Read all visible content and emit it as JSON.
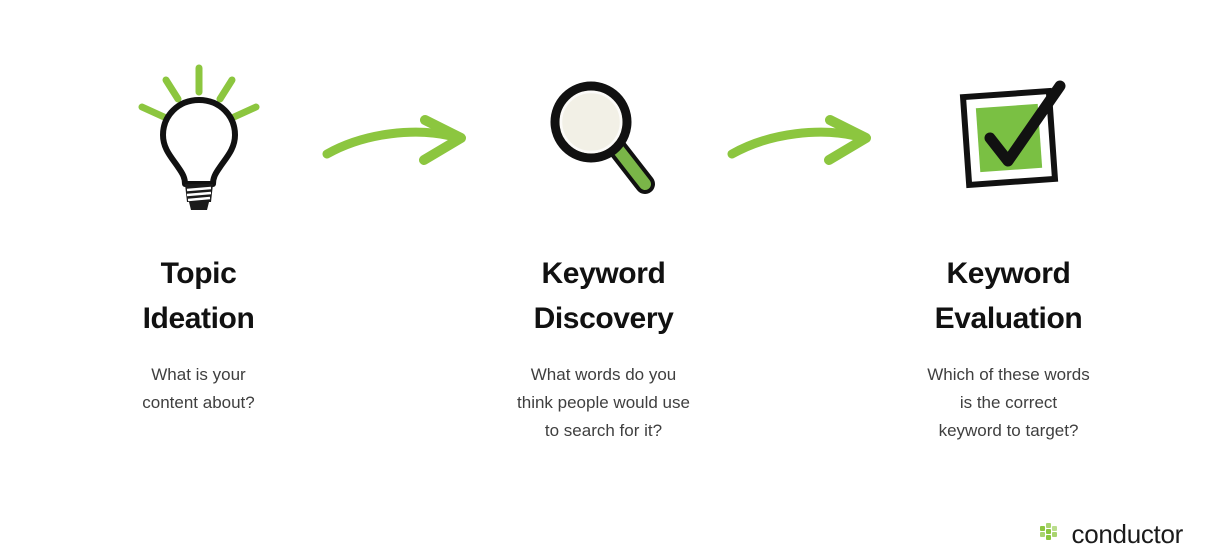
{
  "page": {
    "background": "#ffffff",
    "accent_green": "#8cc63f",
    "check_green": "#7ac043",
    "lens_cream": "#f2f0e6",
    "ink_black": "#111111",
    "body_gray": "#3f3f3f"
  },
  "steps": [
    {
      "icon": "lightbulb-icon",
      "title": "Topic\nIdeation",
      "subtitle": "What is your\ncontent about?"
    },
    {
      "icon": "magnifying-glass-icon",
      "title": "Keyword\nDiscovery",
      "subtitle": "What words do you\nthink people would use\nto search for it?"
    },
    {
      "icon": "checked-box-icon",
      "title": "Keyword\nEvaluation",
      "subtitle": "Which of these words\nis the correct\nkeyword to target?"
    }
  ],
  "connectors": [
    {
      "icon": "arrow-right-icon"
    },
    {
      "icon": "arrow-right-icon"
    }
  ],
  "brand": {
    "mark": "conductor-logo-mark",
    "name": "conductor"
  }
}
